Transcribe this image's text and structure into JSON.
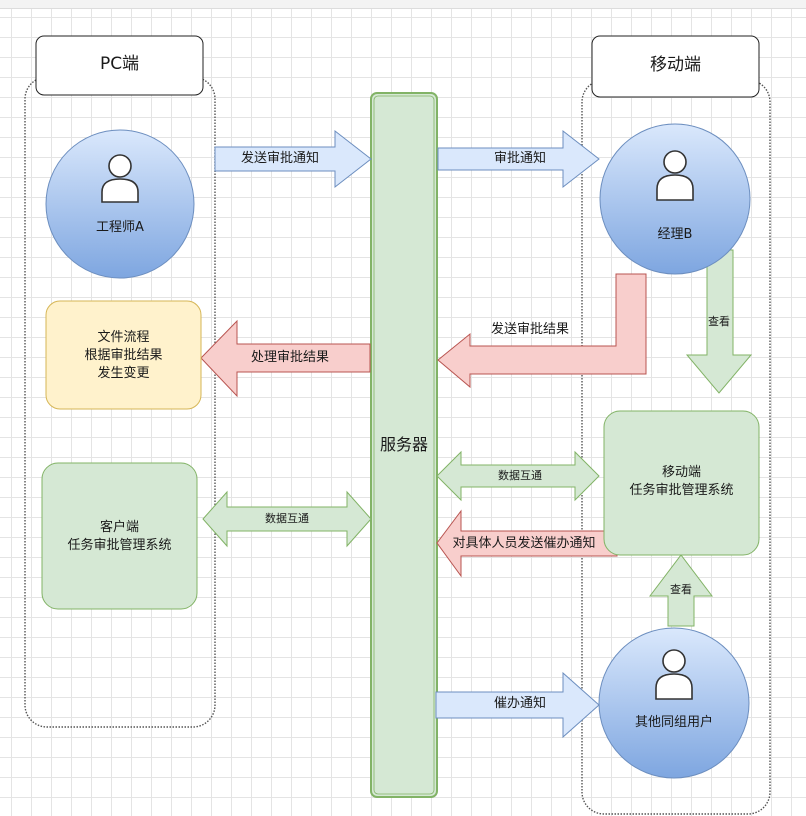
{
  "lanes": {
    "pc": "PC端",
    "mobile": "移动端"
  },
  "server": "服务器",
  "actors": {
    "engineer": "工程师A",
    "manager": "经理B",
    "others": "其他同组用户"
  },
  "boxes": {
    "file_flow": "文件流程\n根据审批结果\n发生变更",
    "client_system": "客户端\n任务审批管理系统",
    "mobile_system": "移动端\n任务审批管理系统"
  },
  "arrows": {
    "send_approval_notice": "发送审批通知",
    "approval_notice": "审批通知",
    "send_approval_result": "发送审批结果",
    "handle_result": "处理审批结果",
    "view_manager": "查看",
    "data_exchange_left": "数据互通",
    "data_exchange_right": "数据互通",
    "urge_notice_send": "对具体人员发送催办通知",
    "view_others": "查看",
    "urge_notice": "催办通知"
  },
  "colors": {
    "blue_fill": "#dae8fc",
    "blue_stroke": "#6c8ebf",
    "green_fill": "#d5e8d4",
    "green_stroke": "#82b366",
    "red_fill": "#f8cecc",
    "red_stroke": "#b85450",
    "yellow_fill": "#fff2cc",
    "yellow_stroke": "#d6b656"
  }
}
